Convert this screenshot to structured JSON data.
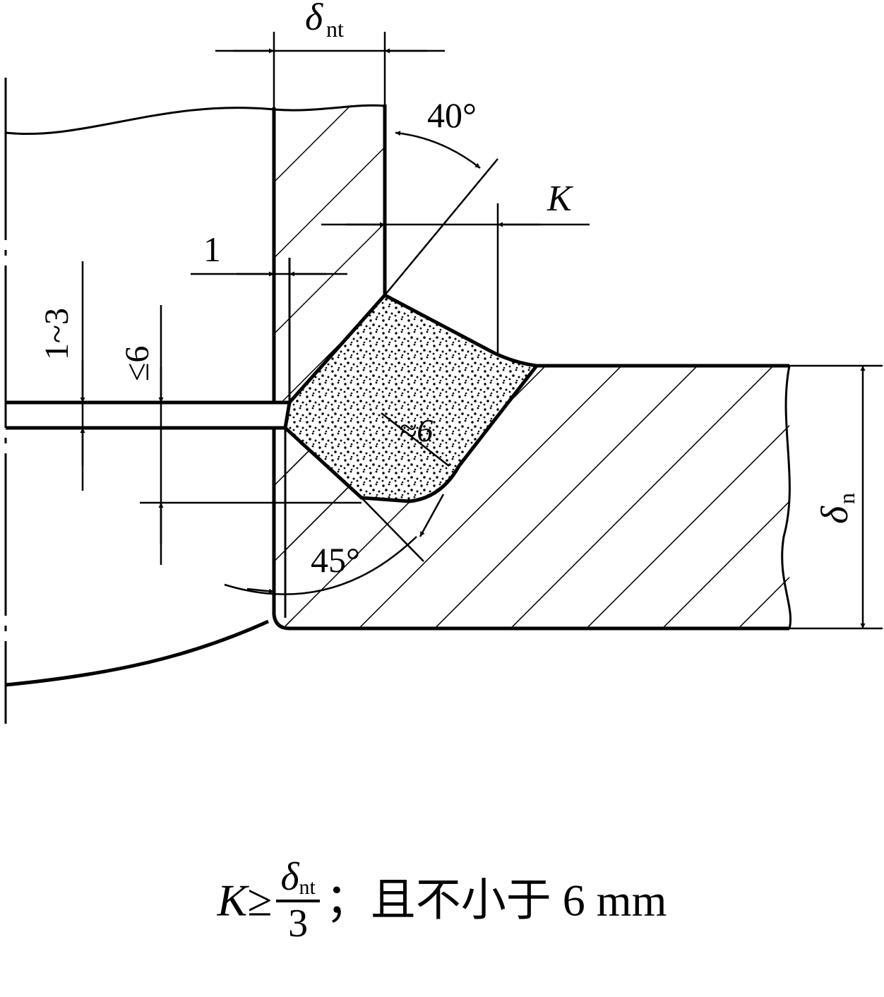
{
  "labels": {
    "delta": "δ",
    "nt": "nt",
    "n": "n",
    "angle_top": "40°",
    "k_label": "K",
    "one": "1",
    "one_to_three": "1~3",
    "le_six": "≤6",
    "approx_six": "≈6",
    "angle_bottom": "45°"
  },
  "caption": {
    "k": "K",
    "ge": "≥",
    "num_delta": "δ",
    "num_sub": "nt",
    "den": "3",
    "tail": "；且不小于 6 mm"
  }
}
